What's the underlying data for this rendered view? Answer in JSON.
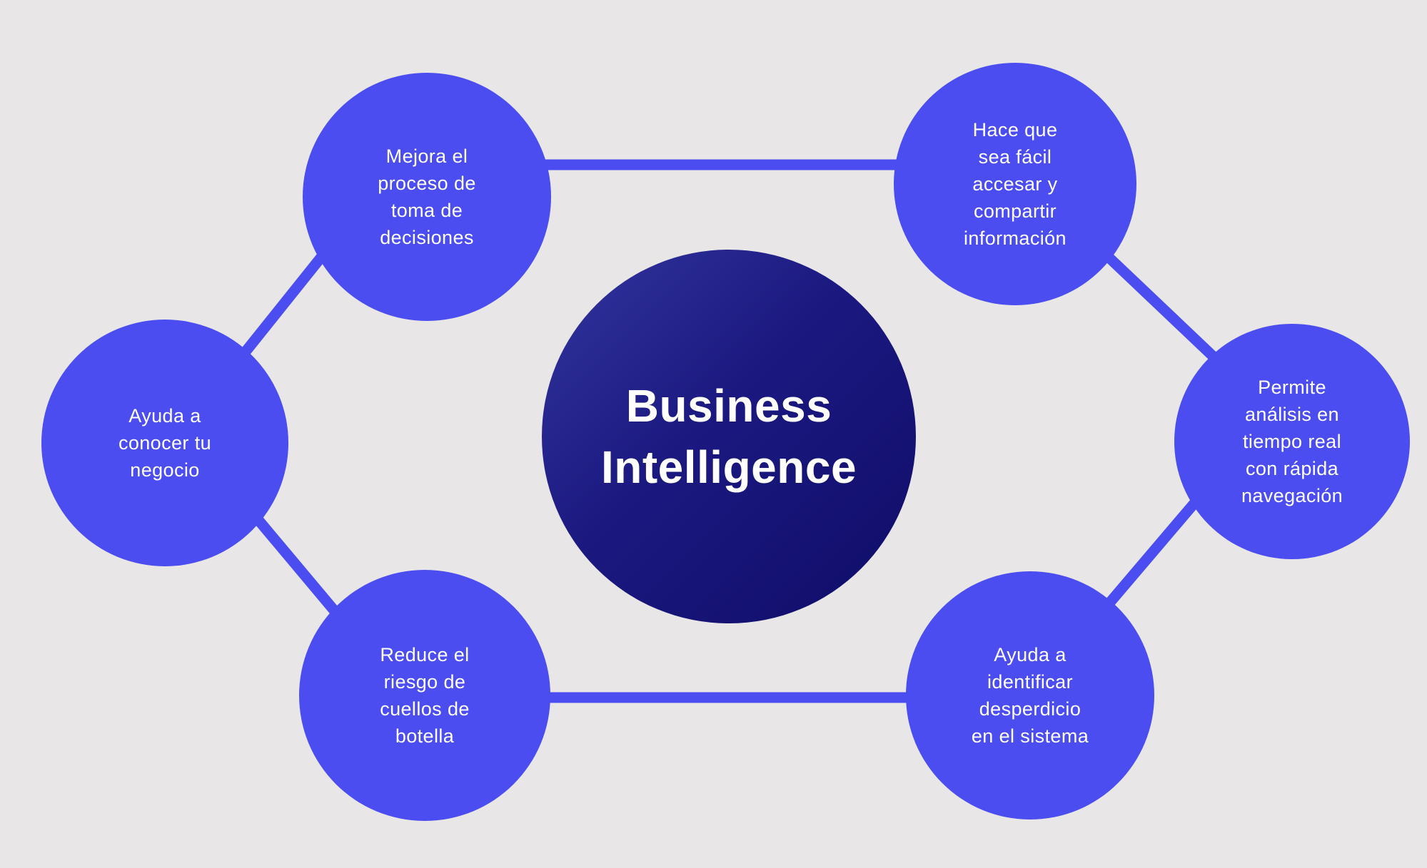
{
  "diagram": {
    "title": "Business Intelligence",
    "center_node": {
      "text": "Business\nIntelligence"
    },
    "nodes": {
      "top_left": {
        "text": "Mejora el\nproceso de\ntoma de\ndecisiones"
      },
      "left": {
        "text": "Ayuda a\nconocer tu\nnegocio"
      },
      "bottom_left": {
        "text": "Reduce el\nriesgo de\ncuellos de\nbotella"
      },
      "top_right": {
        "text": "Hace que\nsea fácil\naccesar y\ncompartir\ninformación"
      },
      "right": {
        "text": "Permite\nanálisis en\ntiempo real\ncon rápida\nnavegación"
      },
      "bottom_right": {
        "text": "Ayuda a\nidentificar\ndesperdicio\nen el sistema"
      }
    },
    "colors": {
      "background": "#e8e6e7",
      "satellite_fill": "#4b4df0",
      "connector": "#4b4df0",
      "center_gradient_from": "#33359f",
      "center_gradient_to": "#0f0c68",
      "text": "#ffffff"
    }
  }
}
